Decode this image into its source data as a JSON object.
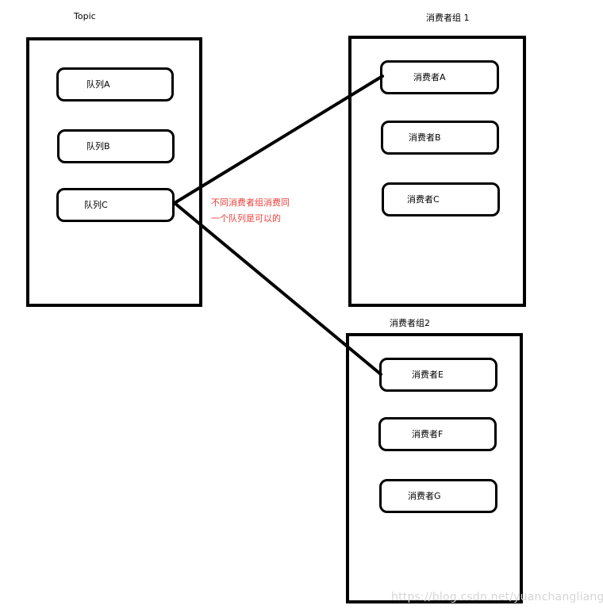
{
  "topic": {
    "title": "Topic",
    "queues": [
      "队列A",
      "队列B",
      "队列C"
    ]
  },
  "group1": {
    "title": "消费者组 1",
    "consumers": [
      "消费者A",
      "消费者B",
      "消费者C"
    ]
  },
  "group2": {
    "title": "消费者组2",
    "consumers": [
      "消费者E",
      "消费者F",
      "消费者G"
    ]
  },
  "note": {
    "line1": "不同消费者组消费同",
    "line2": "一个队列是可以的"
  },
  "watermark": "https://blog.csdn.net/yuanchangliang",
  "colors": {
    "note": "#e8413b",
    "stroke": "#000000"
  }
}
